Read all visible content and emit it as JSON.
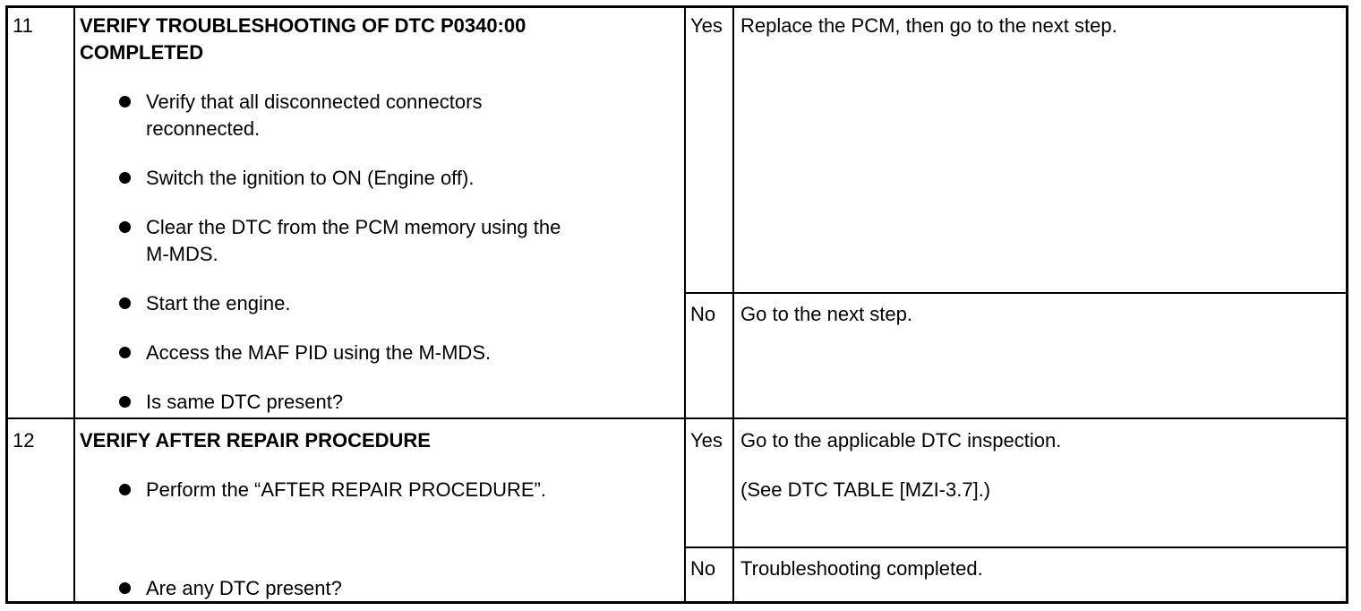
{
  "rows": [
    {
      "step": "11",
      "title_line1": "VERIFY TROUBLESHOOTING OF DTC P0340:00",
      "title_line2": "COMPLETED",
      "bullets": [
        {
          "line1": "Verify that all disconnected connectors",
          "line2": "reconnected."
        },
        {
          "line1": "Switch the ignition to ON (Engine off).",
          "line2": ""
        },
        {
          "line1": "Clear the DTC from the PCM memory using the",
          "line2": "M-MDS."
        },
        {
          "line1": "Start the engine.",
          "line2": ""
        },
        {
          "line1": "Access the MAF PID using the M-MDS.",
          "line2": ""
        },
        {
          "line1": "Is same DTC present?",
          "line2": ""
        }
      ],
      "yes_label": "Yes",
      "yes_action": "Replace the PCM, then go to the next step.",
      "no_label": "No",
      "no_action": "Go to the next step."
    },
    {
      "step": "12",
      "title_line1": "VERIFY AFTER REPAIR PROCEDURE",
      "bullets": [
        {
          "line1": "Perform the “AFTER REPAIR PROCEDURE”."
        },
        {
          "line1": "Are any DTC present?"
        }
      ],
      "yes_label": "Yes",
      "yes_action_line1": "Go to the applicable DTC inspection.",
      "yes_action_line2": "(See DTC TABLE [MZI-3.7].)",
      "no_label": "No",
      "no_action": "Troubleshooting completed."
    }
  ]
}
